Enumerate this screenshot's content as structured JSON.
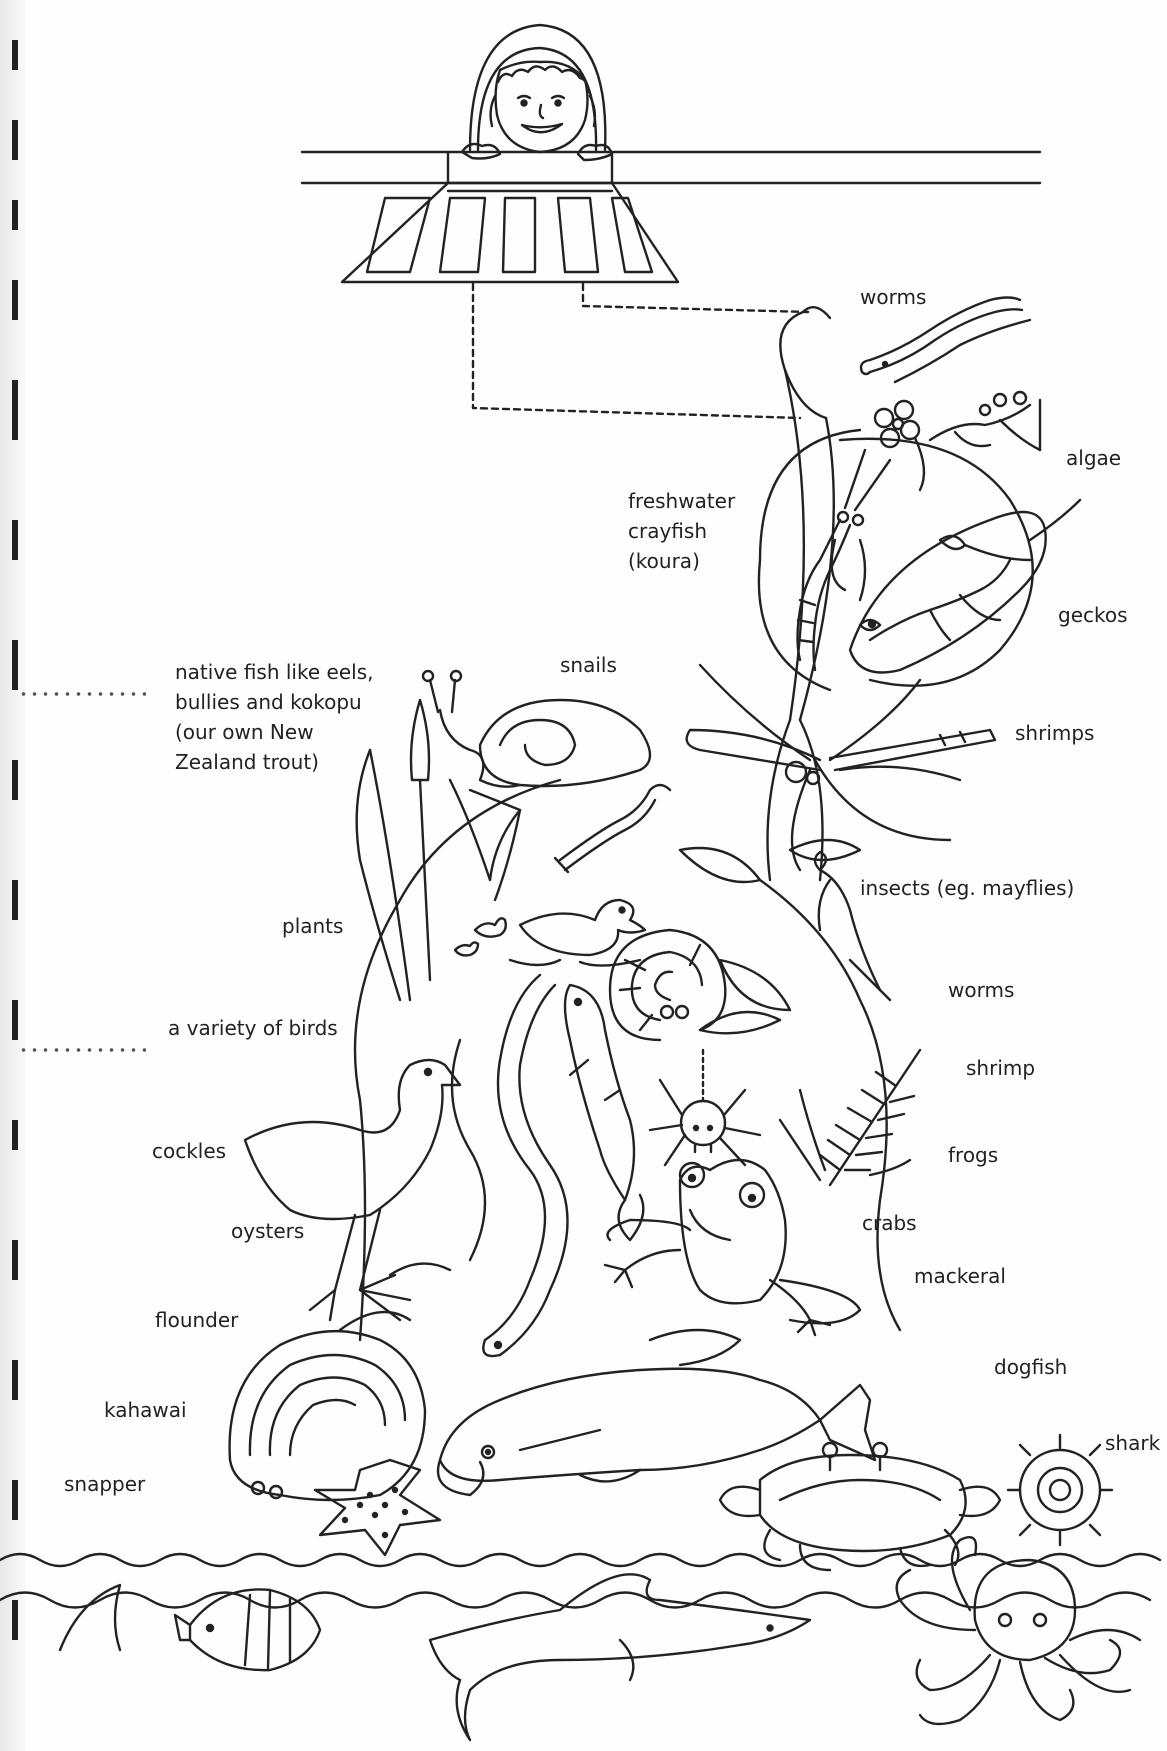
{
  "colors": {
    "ink": "#222222",
    "paper": "#fefefe"
  },
  "labels": {
    "worms_top": "worms",
    "algae": "algae",
    "freshwater_crayfish": "freshwater\ncrayfish\n(koura)",
    "geckos": "geckos",
    "snails": "snails",
    "native_fish": "native fish like eels,\nbullies and kokopu\n(our own New\nZealand trout)",
    "shrimps": "shrimps",
    "insects": "insects (eg. mayflies)",
    "plants": "plants",
    "worms_mid": "worms",
    "birds": "a variety of birds",
    "shrimp": "shrimp",
    "cockles": "cockles",
    "frogs": "frogs",
    "oysters": "oysters",
    "crabs": "crabs",
    "mackeral": "mackeral",
    "flounder": "flounder",
    "dogfish": "dogfish",
    "kahawai": "kahawai",
    "shark": "shark",
    "snapper": "snapper"
  },
  "icons": [
    "girl-icon",
    "drain-grate-icon",
    "drain-pipe-icon",
    "worm-icon",
    "algae-icon",
    "crayfish-icon",
    "gecko-icon",
    "snail-icon",
    "shrimp-icon",
    "dragonfly-icon",
    "duck-icon",
    "bulrush-icon",
    "ammonite-shell-icon",
    "bird-icon",
    "eel-icon",
    "fish-icon",
    "spider-icon",
    "fern-icon",
    "frog-icon",
    "cockle-shell-icon",
    "flounder-icon",
    "starfish-icon",
    "crab-icon",
    "sea-anemone-icon",
    "shark-fin-icon",
    "angelfish-icon",
    "dolphin-icon",
    "octopus-icon",
    "wave-icon"
  ]
}
